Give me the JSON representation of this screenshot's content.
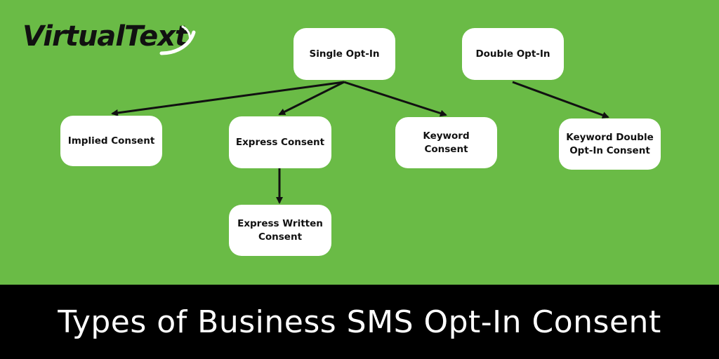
{
  "brand": {
    "logo_text": "VirtualText",
    "logo_text_main": "VirtualTe",
    "logo_text_tail": "xt",
    "accent_green": "#6abb46",
    "logo_color": "#111111"
  },
  "diagram": {
    "nodes": {
      "single_opt_in": "Single Opt-In",
      "double_opt_in": "Double Opt-In",
      "implied_consent": "Implied Consent",
      "express_consent": "Express Consent",
      "keyword_consent": "Keyword Consent",
      "keyword_double_line1": "Keyword Double",
      "keyword_double_line2": "Opt-In Consent",
      "express_written_line1": "Express Written",
      "express_written_line2": "Consent"
    },
    "edges": [
      {
        "from": "Single Opt-In",
        "to": "Implied Consent"
      },
      {
        "from": "Single Opt-In",
        "to": "Express Consent"
      },
      {
        "from": "Single Opt-In",
        "to": "Keyword Consent"
      },
      {
        "from": "Double Opt-In",
        "to": "Keyword Double Opt-In Consent"
      },
      {
        "from": "Express Consent",
        "to": "Express Written Consent"
      }
    ]
  },
  "footer": {
    "title": "Types of Business SMS Opt-In Consent"
  }
}
